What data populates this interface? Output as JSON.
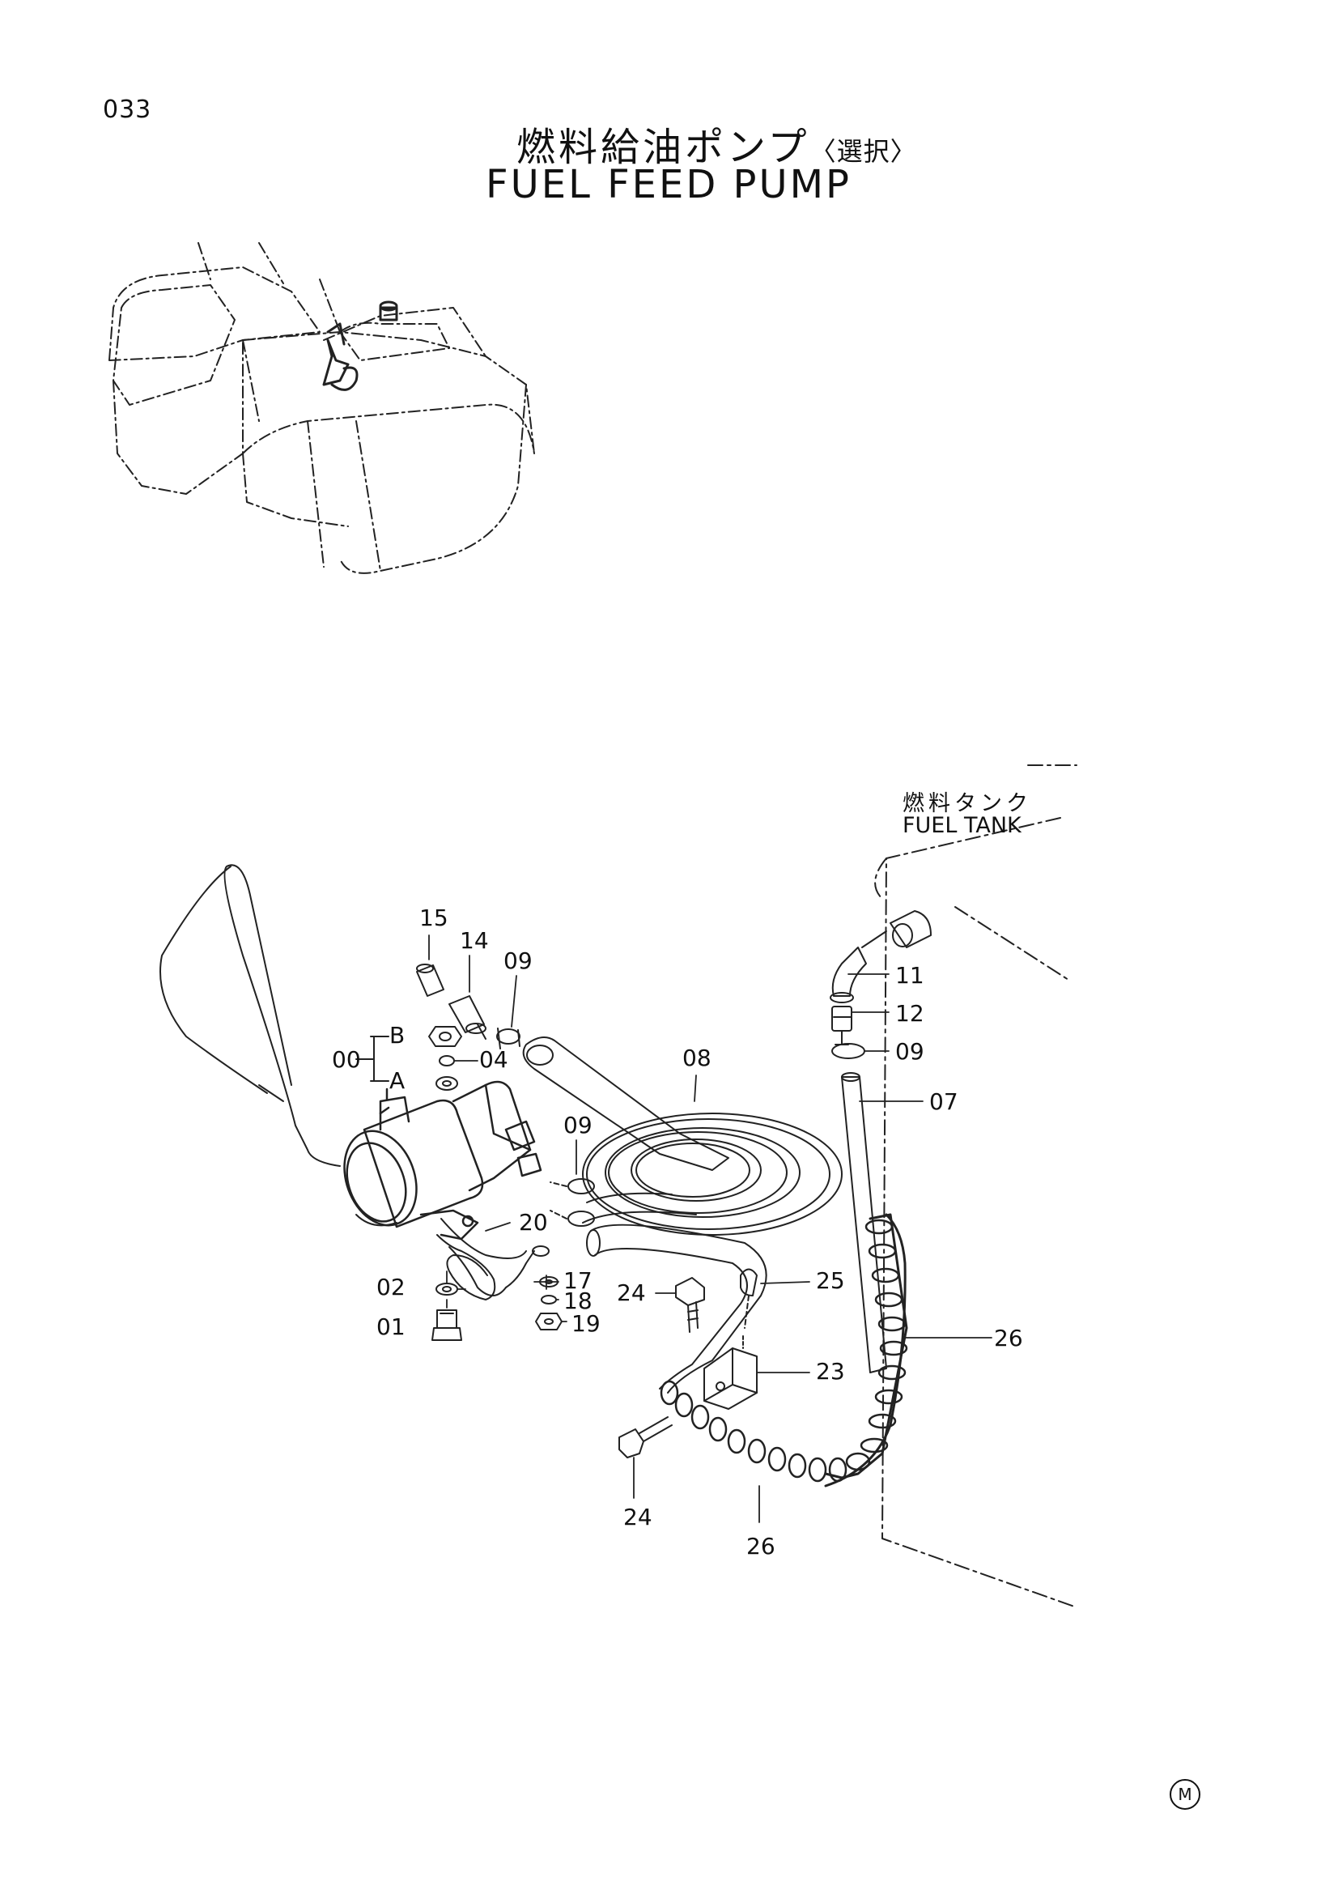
{
  "page": {
    "number": "033",
    "title_jp": "燃料給油ポンプ",
    "title_jp_note": "〈選択〉",
    "title_en": "FUEL  FEED  PUMP",
    "mark": "M"
  },
  "tank_label": {
    "jp": "燃料タンク",
    "en": "FUEL TANK"
  },
  "callouts": {
    "p15": "15",
    "p14": "14",
    "p09a": "09",
    "pB": "B",
    "p00": "00",
    "pA": "A",
    "p04": "04",
    "p08": "08",
    "p09b": "09",
    "p20": "20",
    "p02": "02",
    "p17": "17",
    "p18": "18",
    "p01": "01",
    "p19": "19",
    "p24a": "24",
    "p25": "25",
    "p23": "23",
    "p24b": "24",
    "p26a": "26",
    "p26b": "26",
    "p11": "11",
    "p12": "12",
    "p09c": "09",
    "p07": "07"
  }
}
